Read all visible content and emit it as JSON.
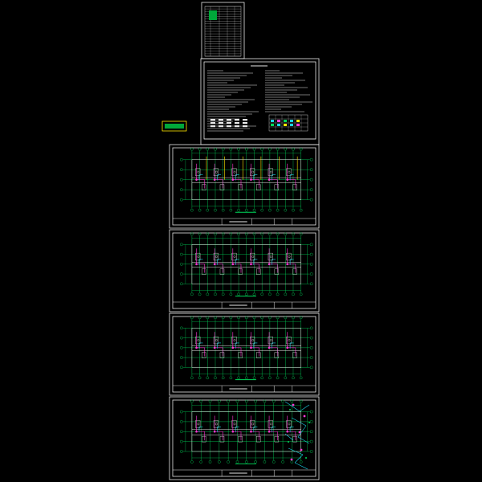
{
  "drawing": {
    "background": "#000000",
    "colors": {
      "frame": "#e8e8e8",
      "grid": "#00d85a",
      "pipe_magenta": "#ff3bd7",
      "pipe_cyan": "#1ad4e8",
      "pipe_yellow": "#ffe600",
      "stamp_border": "#ffe600",
      "stamp_fill": "#00a83a"
    },
    "sheets": [
      {
        "id": "drawing-list",
        "kind": "table"
      },
      {
        "id": "design-notes",
        "kind": "notes"
      },
      {
        "id": "floor-plan-1",
        "kind": "plan",
        "pipes": [
          "pipe_magenta",
          "pipe_yellow",
          "pipe_cyan"
        ]
      },
      {
        "id": "floor-plan-2",
        "kind": "plan",
        "pipes": [
          "pipe_magenta",
          "pipe_cyan"
        ]
      },
      {
        "id": "floor-plan-3",
        "kind": "plan",
        "pipes": [
          "pipe_magenta",
          "pipe_cyan"
        ]
      },
      {
        "id": "floor-plan-4",
        "kind": "plan-with-system",
        "pipes": [
          "pipe_magenta",
          "pipe_cyan"
        ]
      }
    ]
  }
}
